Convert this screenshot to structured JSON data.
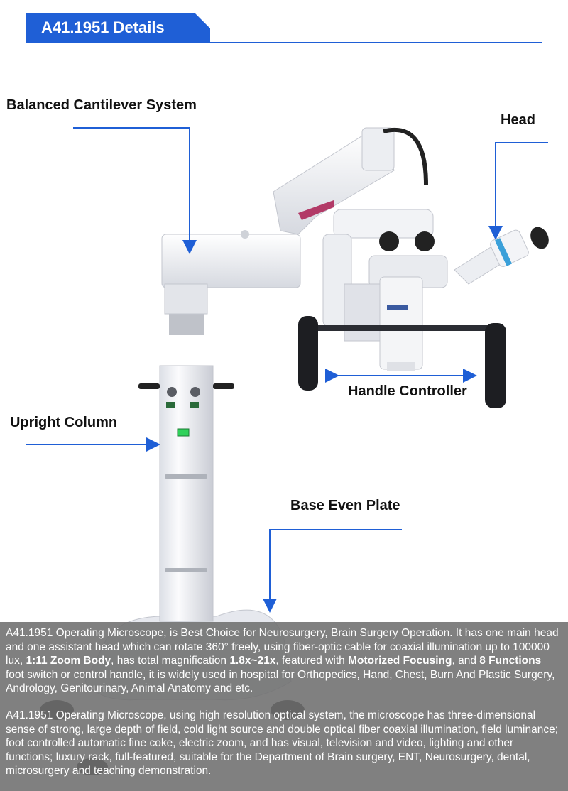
{
  "header": {
    "title": "A41.1951 Details",
    "accent_color": "#1f5fd6"
  },
  "callouts": {
    "cantilever": "Balanced Cantilever System",
    "head": "Head",
    "handle": "Handle Controller",
    "column": "Upright Column",
    "base": "Base Even Plate"
  },
  "description": {
    "p1": {
      "a": "A41.1951 Operating Microscope, is Best Choice for Neurosurgery, Brain Surgery Operation. It has one main head and one assistant head which can rotate 360° freely, using fiber-optic cable for coaxial illumination up to 100000 lux, ",
      "b": "1:11 Zoom Body",
      "c": ", has total magnification ",
      "d": "1.8x~21x",
      "e": ", featured with ",
      "f": "Motorized Focusing",
      "g": ", and ",
      "h": "8 Functions",
      "i": " foot switch or control handle, it is widely used in hospital for Orthopedics, Hand, Chest, Burn And Plastic Surgery, Andrology, Genitourinary, Animal Anatomy and etc."
    },
    "p2": "A41.1951 Operating Microscope, using high resolution optical system, the microscope has three-dimensional sense of strong, large depth of field, cold light source and double optical fiber coaxial illumination, field luminance; foot controlled automatic fine coke, electric zoom, and has visual, television and video, lighting and other functions; luxury rack, full-featured, suitable for the Department of Brain surgery, ENT, Neurosurgery, dental, microsurgery and teaching demonstration."
  }
}
